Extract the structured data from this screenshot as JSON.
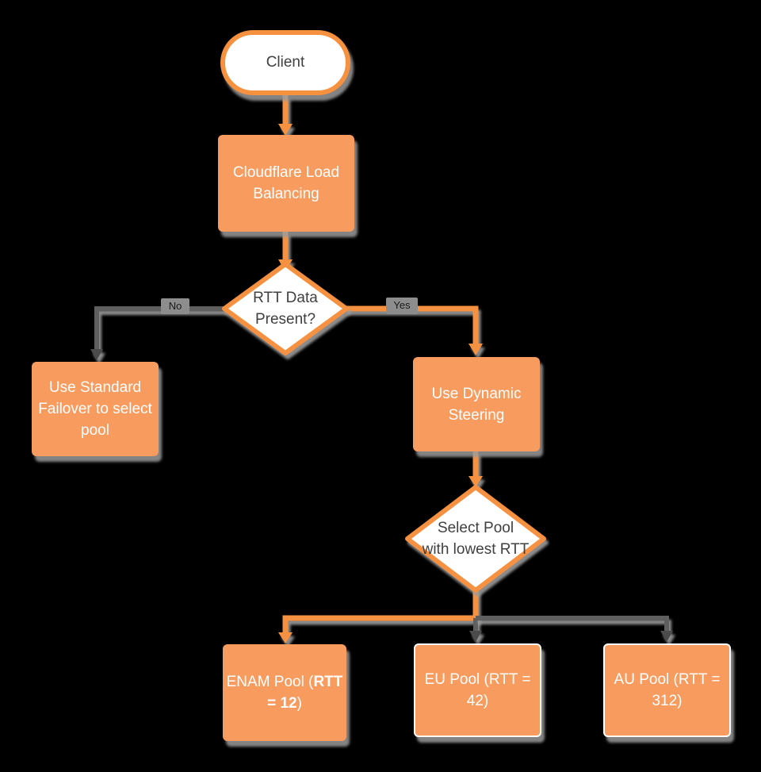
{
  "colors": {
    "bg": "#000000",
    "accent_fill": "#f89b5f",
    "accent_stroke": "#f5913f",
    "gray_line": "#5f5f5f",
    "gray_arrow": "#4c4c4c",
    "shadow": "#9b9b9b",
    "text_dark": "#404040",
    "label_bg": "#8d8d8d",
    "label_text": "#1a1a1a"
  },
  "nodes": {
    "client": {
      "label": "Client"
    },
    "load_balancing": {
      "line1": "Cloudflare",
      "line2": "Load Balancing"
    },
    "rtt_decision": {
      "line1": "RTT Data",
      "line2": "Present?"
    },
    "standard_failover": {
      "line1": "Use",
      "line2": "Standard Failover",
      "line3": "to select pool"
    },
    "dynamic_steering": {
      "line1": "Use",
      "line2": "Dynamic Steering"
    },
    "select_pool": {
      "line1": "Select Pool",
      "line2": "with lowest RTT"
    },
    "enam_pool": {
      "line1": "ENAM Pool",
      "paren_open": "(",
      "rtt_bold": "RTT = 12",
      "paren_close": ")"
    },
    "eu_pool": {
      "line1": "EU Pool",
      "line2": "(RTT = 42)"
    },
    "au_pool": {
      "line1": "AU Pool",
      "line2": "(RTT = 312)"
    }
  },
  "edges": {
    "no_label": "No",
    "yes_label": "Yes"
  }
}
